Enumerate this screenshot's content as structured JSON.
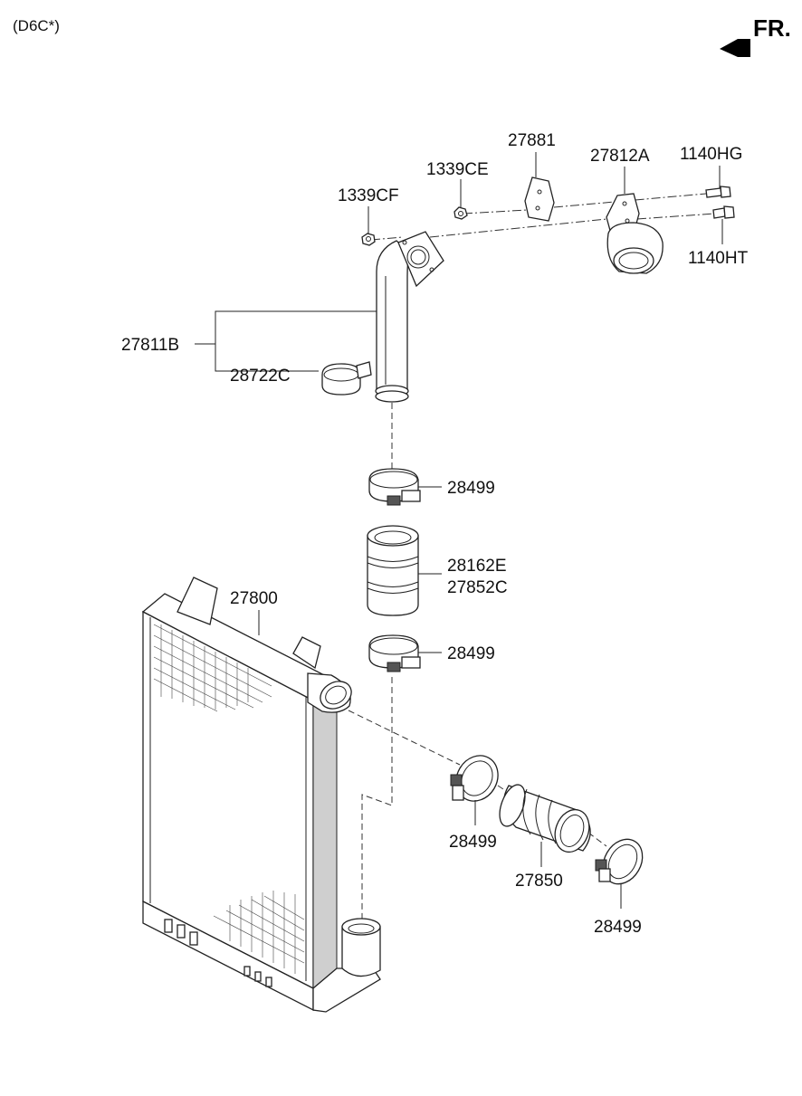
{
  "engine_code": "(D6C*)",
  "front_indicator": "FR.",
  "parts": {
    "p_27881": "27881",
    "p_27812A": "27812A",
    "p_1140HG": "1140HG",
    "p_1339CE": "1339CE",
    "p_1339CF": "1339CF",
    "p_1140HT": "1140HT",
    "p_27811B": "27811B",
    "p_28722C": "28722C",
    "p_28499_a": "28499",
    "p_28162E": "28162E",
    "p_27852C": "27852C",
    "p_27800": "27800",
    "p_28499_b": "28499",
    "p_28499_c": "28499",
    "p_27850": "27850",
    "p_28499_d": "28499"
  }
}
